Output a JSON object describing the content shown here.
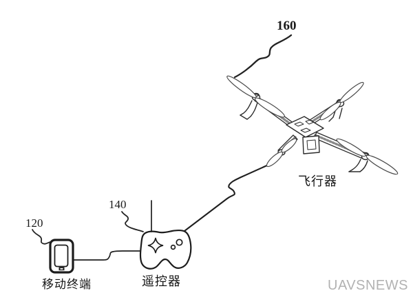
{
  "page": {
    "background": "#ffffff",
    "line_color": "#2b2b2b",
    "watermark": {
      "text": "UAVSNEWS",
      "color": "#b2b2b2"
    }
  },
  "figure": {
    "type": "system-diagram",
    "components": [
      {
        "id": "mobile_terminal",
        "ref": "120",
        "label": "移动终端",
        "icon": "smartphone-icon"
      },
      {
        "id": "remote_controller",
        "ref": "140",
        "label": "遥控器",
        "icon": "gamepad-icon"
      },
      {
        "id": "aircraft",
        "ref": "160",
        "label": "飞行器",
        "icon": "quadcopter-drone-icon"
      }
    ],
    "connections": [
      {
        "from": "mobile_terminal",
        "to": "remote_controller"
      },
      {
        "from": "remote_controller",
        "to": "aircraft"
      }
    ]
  }
}
